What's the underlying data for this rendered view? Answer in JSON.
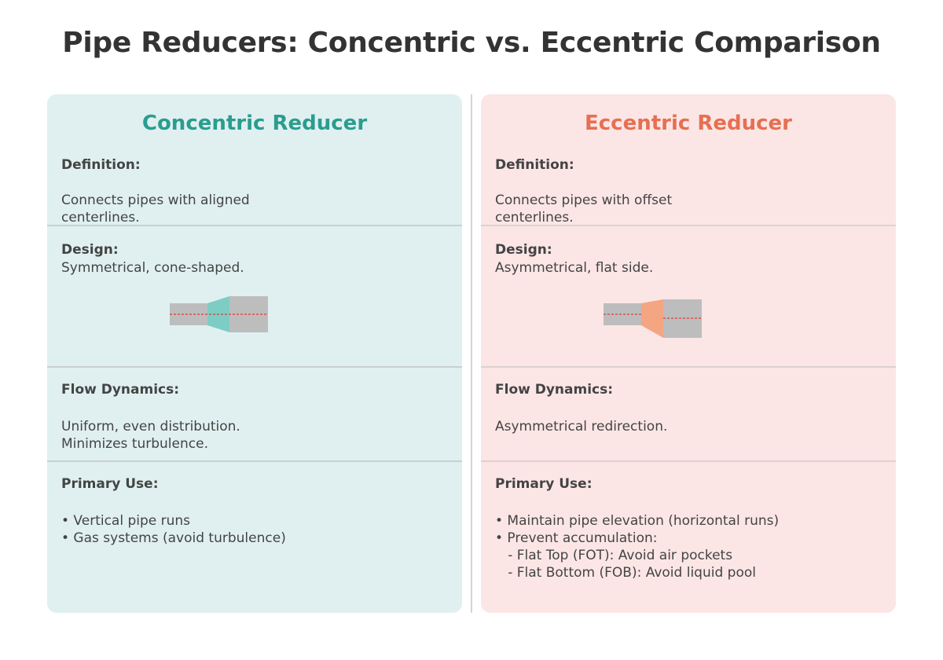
{
  "title": "Pipe Reducers: Concentric vs. Eccentric Comparison",
  "colors": {
    "concentric_accent": "#2a9d8f",
    "concentric_fill": "#7ecdc4",
    "concentric_bg": "#e0f0f0",
    "eccentric_accent": "#e76f51",
    "eccentric_fill": "#f4a582",
    "eccentric_bg": "#fbe6e5",
    "pipe_gray": "#bdbdbd",
    "centerline_red": "#e53935"
  },
  "concentric": {
    "title": "Concentric Reducer",
    "definition_label": "Definition:",
    "definition_text": "Connects pipes with aligned\ncenterlines.",
    "design_label": "Design:",
    "design_text": "Symmetrical, cone-shaped.",
    "flow_label": "Flow Dynamics:",
    "flow_text": "Uniform, even distribution.\nMinimizes turbulence.",
    "use_label": "Primary Use:",
    "use_items": [
      "• Vertical pipe runs",
      "• Gas systems (avoid turbulence)"
    ]
  },
  "eccentric": {
    "title": "Eccentric Reducer",
    "definition_label": "Definition:",
    "definition_text": "Connects pipes with offset\ncenterlines.",
    "design_label": "Design:",
    "design_text": "Asymmetrical, flat side.",
    "flow_label": "Flow Dynamics:",
    "flow_text": "Asymmetrical redirection.",
    "use_label": "Primary Use:",
    "use_items": [
      "• Maintain pipe elevation (horizontal runs)",
      "• Prevent accumulation:",
      "   - Flat Top (FOT): Avoid air pockets",
      "   - Flat Bottom (FOB): Avoid liquid pool"
    ]
  }
}
